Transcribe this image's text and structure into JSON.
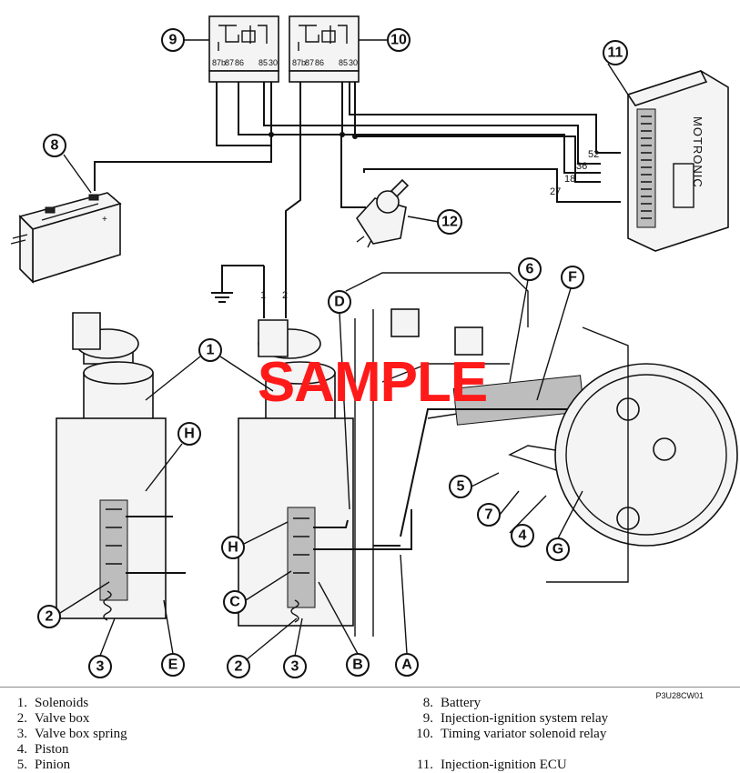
{
  "callouts": [
    "1",
    "2",
    "3",
    "4",
    "5",
    "6",
    "7",
    "8",
    "9",
    "10",
    "11",
    "12",
    "A",
    "B",
    "C",
    "D",
    "E",
    "F",
    "G",
    "H"
  ],
  "relay_9": {
    "number": "9",
    "pins": [
      "87b",
      "87",
      "86",
      "85",
      "30"
    ]
  },
  "relay_10": {
    "number": "10",
    "pins": [
      "87b",
      "87",
      "86",
      "85",
      "30"
    ]
  },
  "ecu": {
    "number": "11",
    "brand": "MOTRONIC",
    "wire_numbers": [
      "52",
      "36",
      "18",
      "27"
    ]
  },
  "battery": {
    "number": "8"
  },
  "ignition_switch": {
    "number": "12"
  },
  "solenoid_wires": [
    "1",
    "2"
  ],
  "watermark": "SAMPLE",
  "figure_code": "P3U28CW01",
  "legend": {
    "left": [
      {
        "n": "1.",
        "text": "Solenoids"
      },
      {
        "n": "2.",
        "text": "Valve box"
      },
      {
        "n": "3.",
        "text": "Valve box spring"
      },
      {
        "n": "4.",
        "text": "Piston"
      },
      {
        "n": "5.",
        "text": "Pinion"
      }
    ],
    "right": [
      {
        "n": "8.",
        "text": "Battery"
      },
      {
        "n": "9.",
        "text": "Injection-ignition system relay"
      },
      {
        "n": "10.",
        "text": "Timing variator solenoid relay"
      },
      {
        "n": "",
        "text": ""
      },
      {
        "n": "11.",
        "text": "Injection-ignition ECU"
      }
    ]
  }
}
